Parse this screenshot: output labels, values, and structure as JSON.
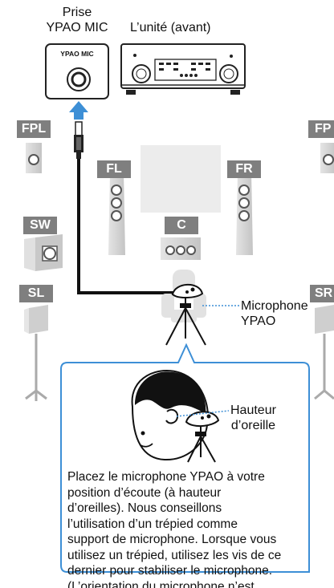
{
  "labels": {
    "jack_label": "Prise\nYPAO MIC",
    "unit_label": "L’unité (avant)",
    "unit_jack_label": "YPAO MIC",
    "microphone_label": "Microphone\nYPAO",
    "ear_height_label": "Hauteur\nd’oreille"
  },
  "speakers": {
    "fpl": "FPL",
    "fpr": "FP",
    "fl": "FL",
    "fr": "FR",
    "c": "C",
    "sw": "SW",
    "sl": "SL",
    "sr": "SR"
  },
  "info_box": {
    "text": "Placez le microphone YPAO à votre\nposition d’écoute (à hauteur\nd’oreilles). Nous conseillons\nl’utilisation d’un trépied comme\nsupport de microphone. Lorsque vous\nutilisez un trépied, utilisez les vis de ce\ndernier pour stabiliser le microphone.\n(L’orientation du microphone n’est\npas prise en compte.)"
  },
  "colors": {
    "accent_blue": "#3d8fd6",
    "tag_gray": "#7f7f7f",
    "speaker_gray": "#d9d9d9"
  }
}
